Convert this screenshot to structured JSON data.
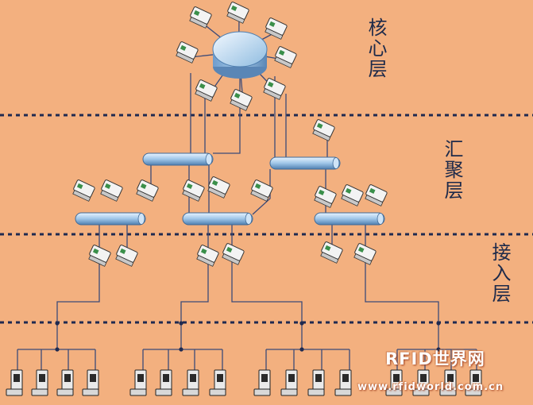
{
  "layers": {
    "core": "核心层",
    "aggregation": "汇聚层",
    "access": "接入层"
  },
  "watermark": {
    "brand": "RFID世界网",
    "url": "www.rfidworld.com.cn"
  },
  "colors": {
    "background": "#f3b07f",
    "divider": "#1f2a50",
    "line": "#3c4a78",
    "bus_fill": "#9fc6e8",
    "router_fill": "#a9cde9",
    "switch_fill": "#f3f3f3",
    "switch_led": "#3a8f4a"
  }
}
